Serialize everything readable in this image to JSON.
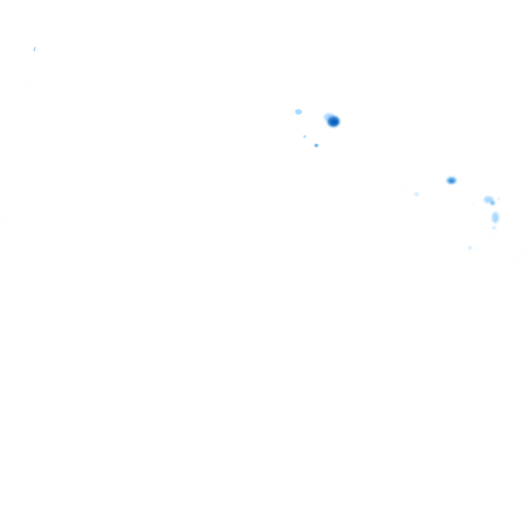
{
  "map": {
    "kind": "precipitation-radar-overlay",
    "background_color": "#ffffff",
    "intensity_palette": {
      "trace": "#dcefff",
      "light": "#a9d8ff",
      "light_moderate": "#6bb6f0",
      "moderate": "#2f84d6",
      "heavy": "#0b5fbf"
    },
    "echo_cells": [
      {
        "id": "cell-a",
        "intensity": "heavy"
      },
      {
        "id": "cell-b",
        "intensity": "light"
      },
      {
        "id": "cell-c",
        "intensity": "moderate"
      },
      {
        "id": "cell-d",
        "intensity": "light"
      },
      {
        "id": "cell-e",
        "intensity": "light"
      },
      {
        "id": "cell-f",
        "intensity": "trace"
      }
    ]
  }
}
